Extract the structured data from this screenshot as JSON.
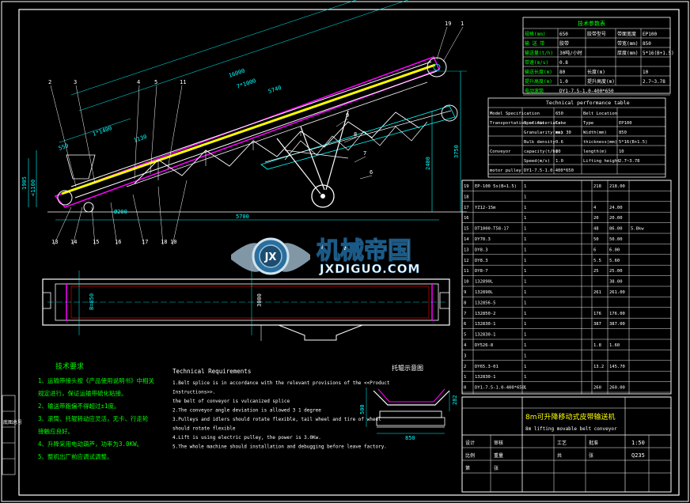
{
  "dims": {
    "d16000": "16000",
    "d7000": "7*1000",
    "d5760": "5740",
    "d1400": "1*1400",
    "d1130": "1130",
    "d550": "550",
    "d1905": "1905",
    "d1100": "<1100",
    "d5700": "5700",
    "d2400": "2400",
    "d3750": "3750",
    "d200": "Ø200",
    "dB": "B=850",
    "d3000": "3000",
    "d850": "850",
    "d500": "500",
    "d282": "282"
  },
  "callouts": [
    "19",
    "1",
    "2",
    "3",
    "4",
    "5",
    "11",
    "13",
    "14",
    "15",
    "16",
    "17",
    "18",
    "10",
    "9",
    "8",
    "7",
    "6"
  ],
  "params_table": {
    "title": "技术参数表",
    "rows": [
      [
        "规格(mm)",
        "650",
        "胶带型号",
        "带面宽度",
        "EP100"
      ],
      [
        "输 送 带",
        "胶带",
        "",
        "带宽(mm)",
        "850"
      ],
      [
        "输送量(t/h)",
        "30吨/小时",
        "",
        "厚度(mm)",
        "5*16(B+1.5)"
      ],
      [
        "带速(m/s)",
        "0.8",
        "",
        "",
        ""
      ],
      [
        "输送长度(m)",
        "80",
        "长度(m)",
        "",
        "10"
      ],
      [
        "提升高度(m)",
        "1.0",
        "提升高度(m)",
        "",
        "2.7~3.78"
      ],
      [
        "电动滚筒",
        "DY1-7.5-1.0-400*650",
        "",
        "",
        ""
      ]
    ]
  },
  "tech_table": {
    "title": "Technical performance table",
    "rows": [
      [
        "Model Specification",
        "",
        "650",
        "Belt Location",
        ""
      ],
      [
        "Transportation of materials",
        "Specific",
        "Coke",
        "Type",
        "EP100"
      ],
      [
        "",
        "Granularity(mm)",
        "max 30",
        "Width(mm)",
        "850"
      ],
      [
        "",
        "Bulk density",
        "0.6",
        "thickness(mm)",
        "5*16(B+1.5)"
      ],
      [
        "Conveyor",
        "capacity(t/h)",
        "80",
        "length(m)",
        "10"
      ],
      [
        "",
        "Speed(m/s)",
        "1.0",
        "Lifting height",
        "2.7~3.78"
      ],
      [
        "motor pulley",
        "DY1-7.5-1.0-400*650",
        "",
        "",
        ""
      ]
    ]
  },
  "bom": [
    [
      "19",
      "EP-100 5x(B+1.5)",
      "1",
      "",
      "218",
      "218.00",
      ""
    ],
    [
      "18",
      "",
      "1",
      "",
      "",
      "",
      ""
    ],
    [
      "17",
      "YZ12-15m",
      "1",
      "",
      "4",
      "24.00",
      ""
    ],
    [
      "16",
      "",
      "1",
      "",
      "20",
      "20.00",
      ""
    ],
    [
      "15",
      "DT1000-T58-17",
      "1",
      "",
      "48",
      "86.00",
      "5.8kw"
    ],
    [
      "14",
      "DY70.3",
      "1",
      "",
      "50",
      "50.00",
      ""
    ],
    [
      "13",
      "DY8.3",
      "1",
      "",
      "6",
      "6.00",
      ""
    ],
    [
      "12",
      "DY8.3",
      "1",
      "",
      "5.5",
      "5.60",
      ""
    ],
    [
      "11",
      "DY8-7",
      "1",
      "",
      "25",
      "25.00",
      ""
    ],
    [
      "10",
      "132890L",
      "1",
      "",
      "",
      "38.00",
      ""
    ],
    [
      "9",
      "132890L",
      "1",
      "",
      "261",
      "261.00",
      ""
    ],
    [
      "8",
      "132856-5",
      "1",
      "",
      "",
      "",
      ""
    ],
    [
      "7",
      "132850-2",
      "1",
      "",
      "176",
      "176.00",
      ""
    ],
    [
      "6",
      "132830-1",
      "1",
      "",
      "387",
      "387.00",
      ""
    ],
    [
      "5",
      "132830-1",
      "1",
      "",
      "",
      "",
      ""
    ],
    [
      "4",
      "DY526-8",
      "1",
      "",
      "1.8",
      "1.60",
      ""
    ],
    [
      "3",
      "",
      "1",
      "",
      "",
      "",
      ""
    ],
    [
      "2",
      "DY65.3-01",
      "1",
      "",
      "13.2",
      "145.70",
      ""
    ],
    [
      "1",
      "132830-1",
      "1",
      "",
      "",
      "",
      ""
    ],
    [
      "0",
      "DY1-7.5-1.0-400*650",
      "1",
      "",
      "260",
      "260.00",
      ""
    ]
  ],
  "title_block": {
    "main": "8m可升降移动式皮带输送机",
    "sub": "8m lifting movable belt conveyor",
    "labels": [
      "设计",
      "审核",
      "工艺",
      "批准",
      "比例",
      "重量",
      "共",
      "张",
      "第",
      "张"
    ],
    "scale": "1:50",
    "material": "Q235"
  },
  "watermark": {
    "cn": "机械帝国",
    "en": "JXDIGUO.COM",
    "badge": "JX"
  },
  "tech_req_cn": {
    "title": "技术要求",
    "items": [
      "1、运输带接头按《产品使用说明书》中相关",
      "规定进行，保证运输带硫化粘接。",
      "2、输送带跑偏不得超过±1度。",
      "3、滚筒、托辊转动应灵活，无卡、行走轮",
      "接触应良好。",
      "4、升降采用电动葫芦，功率为3.0KW。",
      "5、整机出厂前应调试调整。"
    ]
  },
  "tech_req_en": {
    "title": "Technical Requirements",
    "items": [
      "1.Belt splice is in accordance with the relevant provisions of the <<Product",
      "Instructions>>.",
      "the belt of conveyor is vulcanized splice",
      "2.The conveyor angle deviation is allowed 3 1 degree",
      "3.Pulleys and idlers should rotate flexible, tail wheel and tire of wheel",
      "should rotate flexible",
      "4.Lift is using electric pulley, the power is 3.0Kw.",
      "5.The whole machine should installation and debugging before leave factory."
    ]
  },
  "section_label": "托辊示意图",
  "left_stamp": "底图总号",
  "colors": {
    "frame": "#ffffff",
    "cyan": "#00ffff",
    "yellow": "#ffff00",
    "magenta": "#ff00ff",
    "green": "#00ff00",
    "red": "#ff0000",
    "blue": "#4a7bff"
  }
}
